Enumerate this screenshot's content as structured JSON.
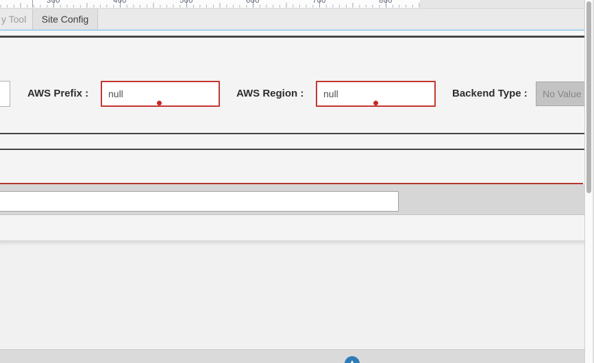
{
  "ruler": {
    "labels": [
      "300",
      "400",
      "500",
      "600",
      "700",
      "800"
    ]
  },
  "tabs": {
    "items": [
      {
        "label": "y Tool",
        "active": false
      },
      {
        "label": "Site Config",
        "active": true
      }
    ]
  },
  "form": {
    "aws_prefix": {
      "label": "AWS Prefix :",
      "value": "null"
    },
    "aws_region": {
      "label": "AWS Region :",
      "value": "null"
    },
    "backend_type": {
      "label": "Backend Type :",
      "value": "No Value"
    }
  },
  "bottom_input": {
    "value": ""
  },
  "fab": {
    "icon": "arrow-up",
    "glyph": "▲"
  },
  "colors": {
    "error_border": "#c4342e",
    "error_dot": "#c92723",
    "divider_dark": "#424242",
    "divider_red": "#b5352c",
    "tab_underline_blue": "#a4d1ec",
    "fab_blue": "#2e7cb8",
    "disabled_bg": "#c3c3c3"
  }
}
